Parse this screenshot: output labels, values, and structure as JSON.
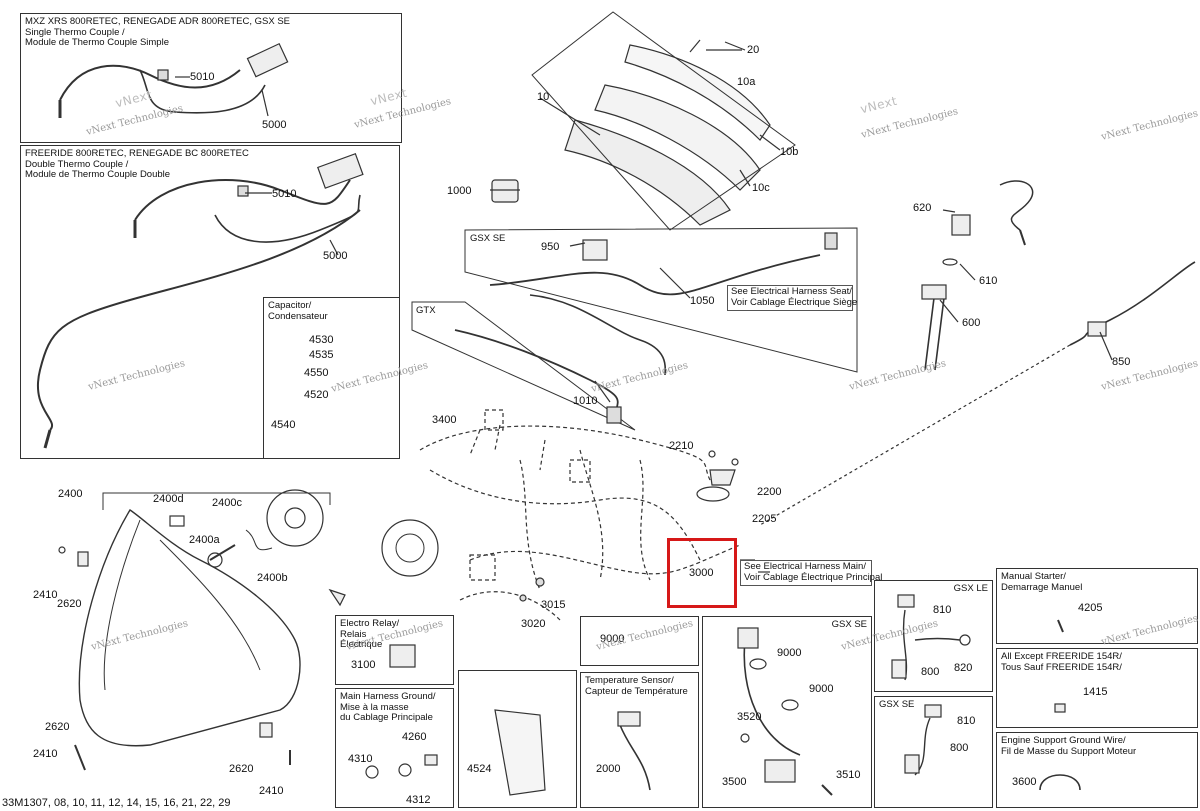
{
  "boxes": {
    "mxz": {
      "lines": [
        "MXZ XRS 800RETEC, RENEGADE ADR 800RETEC, GSX SE",
        "Single Thermo Couple /",
        "Module de Thermo Couple Simple"
      ]
    },
    "freeride": {
      "lines": [
        "FREERIDE 800RETEC, RENEGADE BC 800RETEC",
        "Double Thermo Couple /",
        "Module de Thermo Couple Double"
      ]
    },
    "capacitor": {
      "lines": [
        "Capacitor/",
        "Condensateur"
      ]
    },
    "gsx_se_top": {
      "lines": [
        "GSX SE"
      ]
    },
    "gtx": {
      "lines": [
        "GTX"
      ]
    },
    "seat_note": {
      "lines": [
        "See Electrical Harness Seat/",
        "Voir Cablage Électrique Siège"
      ]
    },
    "main_note": {
      "lines": [
        "See Electrical Harness Main/",
        "Voir Cablage Électrique Principal"
      ]
    },
    "electro_relay": {
      "lines": [
        "Electro Relay/",
        "Relais",
        "Électrique"
      ]
    },
    "main_ground": {
      "lines": [
        "Main Harness Ground/",
        "Mise à la masse",
        "du Cablage Principale"
      ]
    },
    "temp_sensor": {
      "lines": [
        "Temperature Sensor/",
        "Capteur de Température"
      ]
    },
    "gsx_se_mid": {
      "lines": [
        "GSX SE"
      ]
    },
    "gsx_le": {
      "lines": [
        "GSX LE"
      ]
    },
    "gsx_se_low": {
      "lines": [
        "GSX SE"
      ]
    },
    "manual_starter": {
      "lines": [
        "Manual Starter/",
        "Demarrage Manuel"
      ]
    },
    "all_except": {
      "lines": [
        "All Except FREERIDE 154R/",
        "Tous Sauf FREERIDE 154R/"
      ]
    },
    "engine_support": {
      "lines": [
        "Engine Support Ground Wire/",
        "Fil de Masse du Support Moteur"
      ]
    }
  },
  "callouts": [
    {
      "id": "c5010a",
      "text": "5010"
    },
    {
      "id": "c5000a",
      "text": "5000"
    },
    {
      "id": "c5010b",
      "text": "5010"
    },
    {
      "id": "c5000b",
      "text": "5000"
    },
    {
      "id": "c20",
      "text": "20"
    },
    {
      "id": "c10a",
      "text": "10a"
    },
    {
      "id": "c10",
      "text": "10"
    },
    {
      "id": "c10b",
      "text": "10b"
    },
    {
      "id": "c10c",
      "text": "10c"
    },
    {
      "id": "c1000",
      "text": "1000"
    },
    {
      "id": "c950",
      "text": "950"
    },
    {
      "id": "c1050",
      "text": "1050"
    },
    {
      "id": "c1010",
      "text": "1010"
    },
    {
      "id": "c620",
      "text": "620"
    },
    {
      "id": "c610",
      "text": "610"
    },
    {
      "id": "c600",
      "text": "600"
    },
    {
      "id": "c850",
      "text": "850"
    },
    {
      "id": "c4530",
      "text": "4530"
    },
    {
      "id": "c4535",
      "text": "4535"
    },
    {
      "id": "c4550",
      "text": "4550"
    },
    {
      "id": "c4520",
      "text": "4520"
    },
    {
      "id": "c4540",
      "text": "4540"
    },
    {
      "id": "c3400",
      "text": "3400"
    },
    {
      "id": "c2210",
      "text": "2210"
    },
    {
      "id": "c2200",
      "text": "2200"
    },
    {
      "id": "c2205",
      "text": "2205"
    },
    {
      "id": "c3000",
      "text": "3000"
    },
    {
      "id": "c2400",
      "text": "2400"
    },
    {
      "id": "c2400d",
      "text": "2400d"
    },
    {
      "id": "c2400c",
      "text": "2400c"
    },
    {
      "id": "c2400a",
      "text": "2400a"
    },
    {
      "id": "c2400b",
      "text": "2400b"
    },
    {
      "id": "c2410a",
      "text": "2410"
    },
    {
      "id": "c2620a",
      "text": "2620"
    },
    {
      "id": "c3015",
      "text": "3015"
    },
    {
      "id": "c3020",
      "text": "3020"
    },
    {
      "id": "c810a",
      "text": "810"
    },
    {
      "id": "c820",
      "text": "820"
    },
    {
      "id": "c800a",
      "text": "800"
    },
    {
      "id": "c4205",
      "text": "4205"
    },
    {
      "id": "c9000a",
      "text": "9000"
    },
    {
      "id": "c9000b",
      "text": "9000"
    },
    {
      "id": "c9000c",
      "text": "9000"
    },
    {
      "id": "c3100",
      "text": "3100"
    },
    {
      "id": "c1415",
      "text": "1415"
    },
    {
      "id": "c810b",
      "text": "810"
    },
    {
      "id": "c800b",
      "text": "800"
    },
    {
      "id": "c3520",
      "text": "3520"
    },
    {
      "id": "c4260",
      "text": "4260"
    },
    {
      "id": "c4310",
      "text": "4310"
    },
    {
      "id": "c4312",
      "text": "4312"
    },
    {
      "id": "c4524",
      "text": "4524"
    },
    {
      "id": "c2000",
      "text": "2000"
    },
    {
      "id": "c3500",
      "text": "3500"
    },
    {
      "id": "c3510",
      "text": "3510"
    },
    {
      "id": "c3600",
      "text": "3600"
    },
    {
      "id": "c2620b",
      "text": "2620"
    },
    {
      "id": "c2620c",
      "text": "2620"
    },
    {
      "id": "c2410b",
      "text": "2410"
    },
    {
      "id": "c2410c",
      "text": "2410"
    }
  ],
  "watermark": {
    "text": "vNext Technologies",
    "short": "vNext"
  },
  "footer": {
    "code": "33M1307, 08, 10, 11, 12, 14, 15, 16, 21, 22, 29"
  },
  "highlight": {
    "color": "#d61818"
  }
}
